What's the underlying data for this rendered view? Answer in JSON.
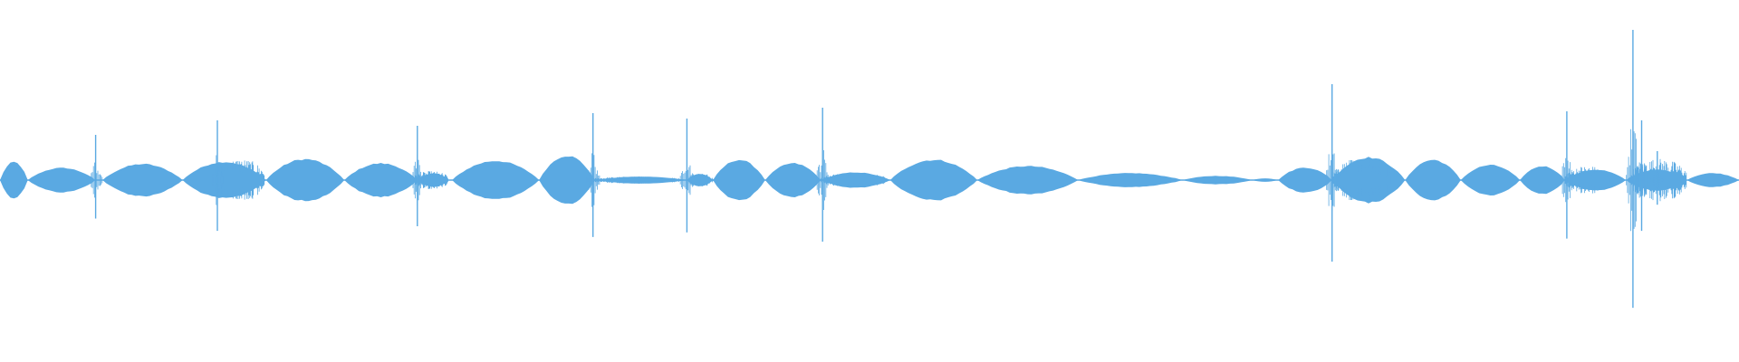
{
  "colors": {
    "background": "#ffffff",
    "waveform": "#5aa9e2"
  },
  "waveform": {
    "segments": [
      {
        "start": 0.0,
        "end": 0.016,
        "amp": 0.052
      },
      {
        "start": 0.016,
        "end": 0.055,
        "amp": 0.035
      },
      {
        "start": 0.059,
        "end": 0.105,
        "amp": 0.046
      },
      {
        "start": 0.105,
        "end": 0.153,
        "amp": 0.052
      },
      {
        "start": 0.153,
        "end": 0.198,
        "amp": 0.06
      },
      {
        "start": 0.198,
        "end": 0.24,
        "amp": 0.048
      },
      {
        "start": 0.24,
        "end": 0.258,
        "amp": 0.02
      },
      {
        "start": 0.26,
        "end": 0.31,
        "amp": 0.055
      },
      {
        "start": 0.31,
        "end": 0.342,
        "amp": 0.07
      },
      {
        "start": 0.342,
        "end": 0.395,
        "amp": 0.01
      },
      {
        "start": 0.395,
        "end": 0.41,
        "amp": 0.018
      },
      {
        "start": 0.41,
        "end": 0.44,
        "amp": 0.058
      },
      {
        "start": 0.44,
        "end": 0.472,
        "amp": 0.048
      },
      {
        "start": 0.472,
        "end": 0.512,
        "amp": 0.022
      },
      {
        "start": 0.512,
        "end": 0.562,
        "amp": 0.058
      },
      {
        "start": 0.562,
        "end": 0.62,
        "amp": 0.04
      },
      {
        "start": 0.62,
        "end": 0.68,
        "amp": 0.02
      },
      {
        "start": 0.68,
        "end": 0.72,
        "amp": 0.012
      },
      {
        "start": 0.72,
        "end": 0.735,
        "amp": 0.005
      },
      {
        "start": 0.735,
        "end": 0.766,
        "amp": 0.036
      },
      {
        "start": 0.766,
        "end": 0.808,
        "amp": 0.065
      },
      {
        "start": 0.808,
        "end": 0.84,
        "amp": 0.058
      },
      {
        "start": 0.84,
        "end": 0.874,
        "amp": 0.043
      },
      {
        "start": 0.874,
        "end": 0.9,
        "amp": 0.04
      },
      {
        "start": 0.9,
        "end": 0.935,
        "amp": 0.03
      },
      {
        "start": 0.935,
        "end": 0.97,
        "amp": 0.03
      },
      {
        "start": 0.97,
        "end": 1.0,
        "amp": 0.02
      }
    ],
    "noise_bursts": [
      {
        "start": 0.124,
        "end": 0.152,
        "amp": 0.06
      },
      {
        "start": 0.238,
        "end": 0.258,
        "amp": 0.025
      },
      {
        "start": 0.34,
        "end": 0.392,
        "amp": 0.01
      },
      {
        "start": 0.395,
        "end": 0.41,
        "amp": 0.02
      },
      {
        "start": 0.472,
        "end": 0.51,
        "amp": 0.02
      },
      {
        "start": 0.766,
        "end": 0.8,
        "amp": 0.06
      },
      {
        "start": 0.9,
        "end": 0.925,
        "amp": 0.04
      },
      {
        "start": 0.938,
        "end": 0.97,
        "amp": 0.06
      }
    ],
    "spikes": [
      {
        "pos": 0.055,
        "amp": 0.125
      },
      {
        "pos": 0.125,
        "amp": 0.165
      },
      {
        "pos": 0.24,
        "amp": 0.15
      },
      {
        "pos": 0.341,
        "amp": 0.185
      },
      {
        "pos": 0.395,
        "amp": 0.17
      },
      {
        "pos": 0.473,
        "amp": 0.2
      },
      {
        "pos": 0.766,
        "amp": 0.265
      },
      {
        "pos": 0.901,
        "amp": 0.19
      },
      {
        "pos": 0.939,
        "amp": 0.415
      },
      {
        "pos": 0.944,
        "amp": 0.165
      },
      {
        "pos": 0.953,
        "amp": 0.08
      }
    ]
  }
}
